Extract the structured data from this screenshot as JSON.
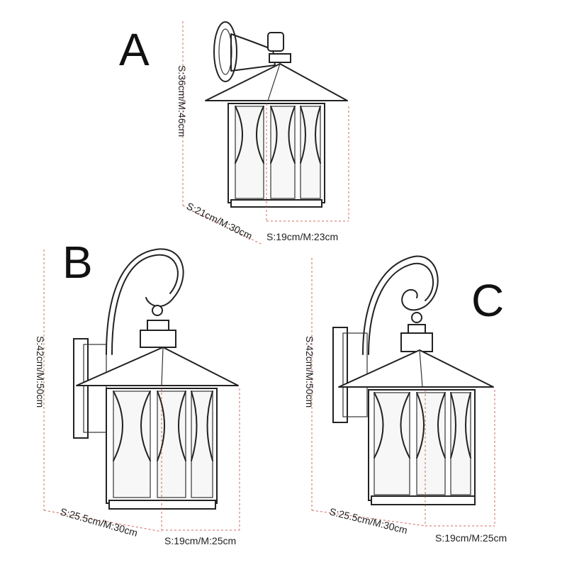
{
  "variants": [
    {
      "letter": "A",
      "height_label": "S:36cm/M:46cm",
      "depth_label": "S:21cm/M:30cm",
      "width_label": "S:19cm/M:23cm"
    },
    {
      "letter": "B",
      "height_label": "S:42cm/M:50cm",
      "depth_label": "S:25.5cm/M:30cm",
      "width_label": "S:19cm/M:25cm"
    },
    {
      "letter": "C",
      "height_label": "S:42cm/M:50cm",
      "depth_label": "S:25.5cm/M:30cm",
      "width_label": "S:19cm/M:25cm"
    }
  ],
  "colors": {
    "ink": "#222222",
    "dimension_line": "#c0392b",
    "background": "#ffffff"
  }
}
